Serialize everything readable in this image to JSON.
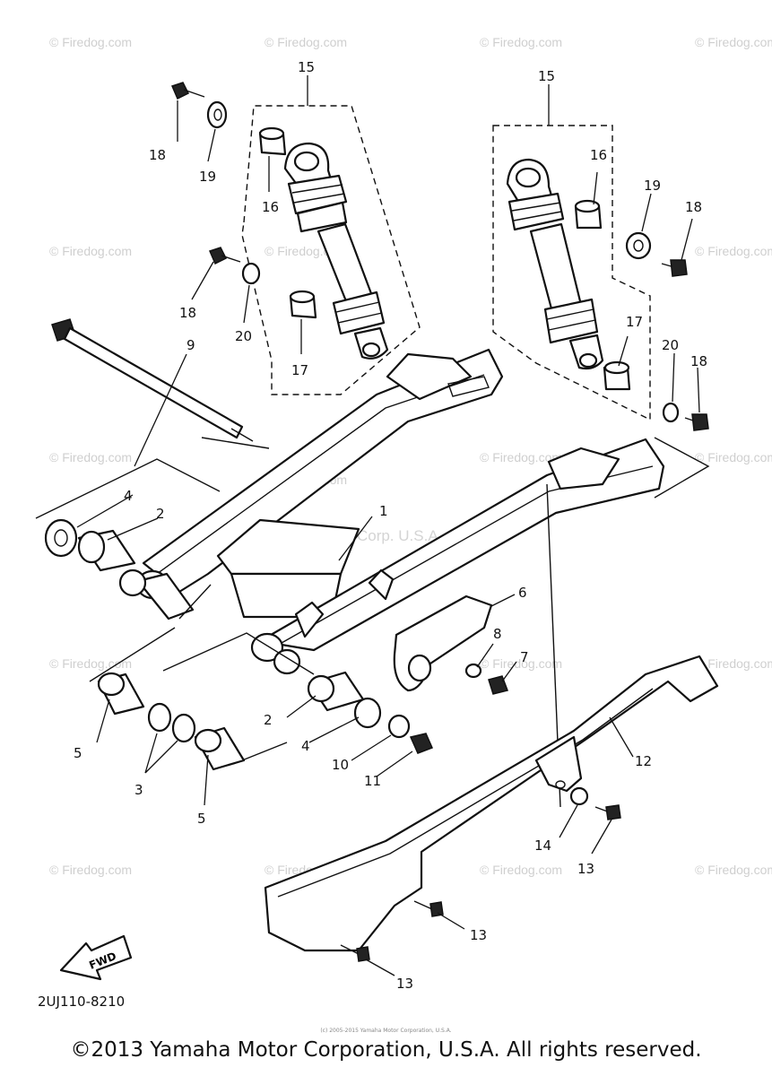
{
  "watermarks": {
    "site": "© Firedog.com",
    "center": "Yamaha Motor Corp. U.S.A."
  },
  "diagram_code": "2UJ110-8210",
  "fwd_label": "FWD",
  "callouts": [
    {
      "num": "1"
    },
    {
      "num": "2"
    },
    {
      "num": "2"
    },
    {
      "num": "3"
    },
    {
      "num": "4"
    },
    {
      "num": "4"
    },
    {
      "num": "5"
    },
    {
      "num": "5"
    },
    {
      "num": "6"
    },
    {
      "num": "7"
    },
    {
      "num": "8"
    },
    {
      "num": "9"
    },
    {
      "num": "10"
    },
    {
      "num": "11"
    },
    {
      "num": "12"
    },
    {
      "num": "13"
    },
    {
      "num": "13"
    },
    {
      "num": "13"
    },
    {
      "num": "14"
    },
    {
      "num": "15"
    },
    {
      "num": "15"
    },
    {
      "num": "16"
    },
    {
      "num": "16"
    },
    {
      "num": "17"
    },
    {
      "num": "17"
    },
    {
      "num": "18"
    },
    {
      "num": "18"
    },
    {
      "num": "18"
    },
    {
      "num": "18"
    },
    {
      "num": "19"
    },
    {
      "num": "19"
    },
    {
      "num": "20"
    },
    {
      "num": "20"
    }
  ],
  "tiny_credit": "(c) 2005-2015 Yamaha Motor Corporation, U.S.A.",
  "copyright": "©2013 Yamaha Motor Corporation, U.S.A. All rights reserved."
}
